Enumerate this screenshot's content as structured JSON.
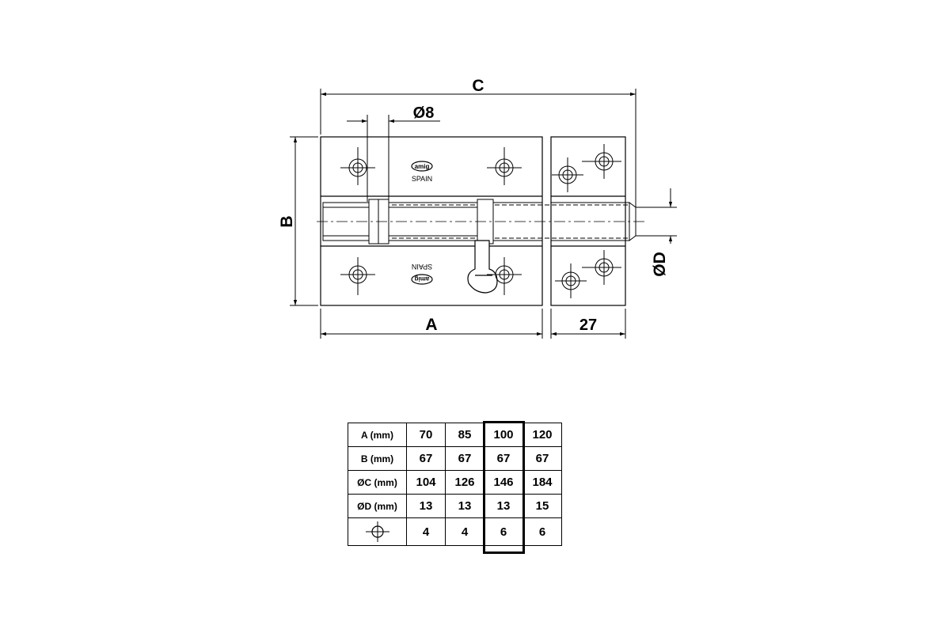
{
  "drawing": {
    "labels": {
      "c": "C",
      "d8": "Ø8",
      "b": "B",
      "a": "A",
      "w27": "27",
      "od": "ØD"
    },
    "logo": {
      "brand": "amig",
      "origin": "SPAIN"
    }
  },
  "table": {
    "rows": [
      {
        "label": "A (mm)",
        "values": [
          "70",
          "85",
          "100",
          "120"
        ]
      },
      {
        "label": "B (mm)",
        "values": [
          "67",
          "67",
          "67",
          "67"
        ]
      },
      {
        "label": "ØC (mm)",
        "values": [
          "104",
          "126",
          "146",
          "184"
        ]
      },
      {
        "label": "ØD (mm)",
        "values": [
          "13",
          "13",
          "13",
          "15"
        ]
      },
      {
        "label_icon": "screw-hole-icon",
        "values": [
          "4",
          "4",
          "6",
          "6"
        ]
      }
    ],
    "highlighted_column": 3
  }
}
